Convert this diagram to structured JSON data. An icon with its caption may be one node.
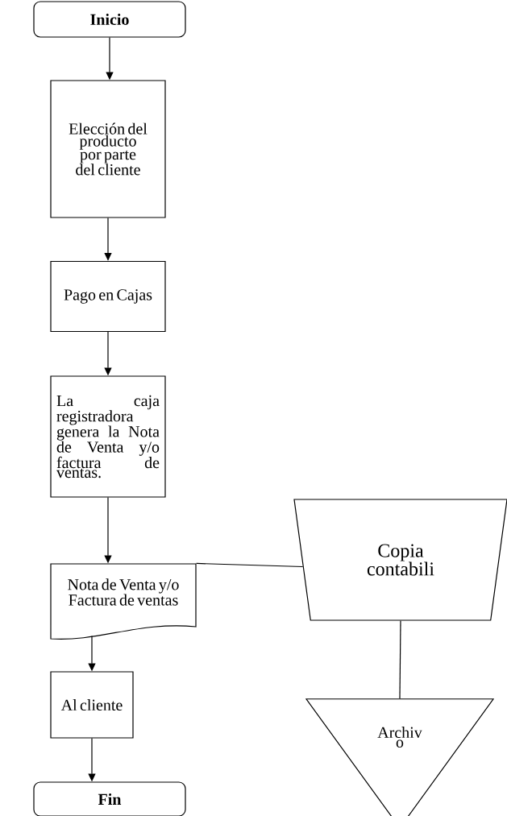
{
  "diagram": {
    "nodes": [
      {
        "text": [
          "Inicio"
        ]
      },
      {
        "text": [
          "Elección del producto por parte del cliente"
        ]
      },
      {
        "text": [
          "Pago en Cajas"
        ]
      },
      {
        "text": [
          "La caja registradora genera la Nota de Venta y/o factura de ventas."
        ]
      },
      {
        "text": [
          "Nota de Venta y/o Factura de ventas"
        ]
      },
      {
        "text": [
          "Al cliente"
        ]
      },
      {
        "text": [
          "Fin"
        ]
      },
      {
        "text": [
          "Copia contabili"
        ]
      },
      {
        "text": [
          "Archiv o"
        ]
      }
    ],
    "edges": [
      {
        "from": 0,
        "to": 1,
        "arrow": "to"
      },
      {
        "from": 1,
        "to": 2,
        "arrow": "to"
      },
      {
        "from": 2,
        "to": 3,
        "arrow": "to"
      },
      {
        "from": 3,
        "to": 4,
        "arrow": "to"
      },
      {
        "from": 4,
        "to": 5,
        "arrow": "to"
      },
      {
        "from": 5,
        "to": 6,
        "arrow": "to"
      },
      {
        "from": 4,
        "to": 7,
        "arrow": "none"
      },
      {
        "from": 7,
        "to": 8,
        "arrow": "none"
      }
    ]
  }
}
